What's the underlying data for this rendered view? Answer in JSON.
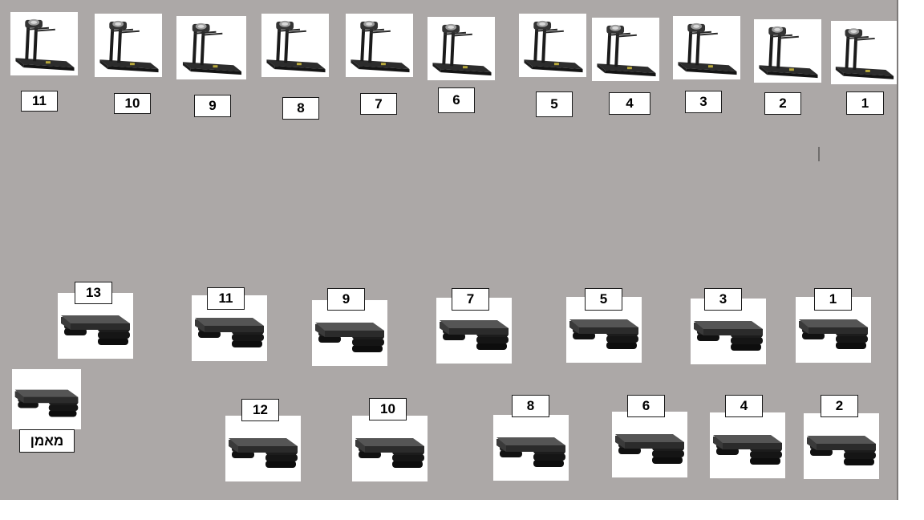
{
  "floor_color": "#aca8a7",
  "treadmills": [
    {
      "label": "11"
    },
    {
      "label": "10"
    },
    {
      "label": "9"
    },
    {
      "label": "8"
    },
    {
      "label": "7"
    },
    {
      "label": "6"
    },
    {
      "label": "5"
    },
    {
      "label": "4"
    },
    {
      "label": "3"
    },
    {
      "label": "2"
    },
    {
      "label": "1"
    }
  ],
  "steppers": [
    {
      "label": "13"
    },
    {
      "label": "11"
    },
    {
      "label": "9"
    },
    {
      "label": "7"
    },
    {
      "label": "5"
    },
    {
      "label": "3"
    },
    {
      "label": "1"
    },
    {
      "label": "12"
    },
    {
      "label": "10"
    },
    {
      "label": "8"
    },
    {
      "label": "6"
    },
    {
      "label": "4"
    },
    {
      "label": "2"
    }
  ],
  "trainer": {
    "label": "מאמן"
  }
}
